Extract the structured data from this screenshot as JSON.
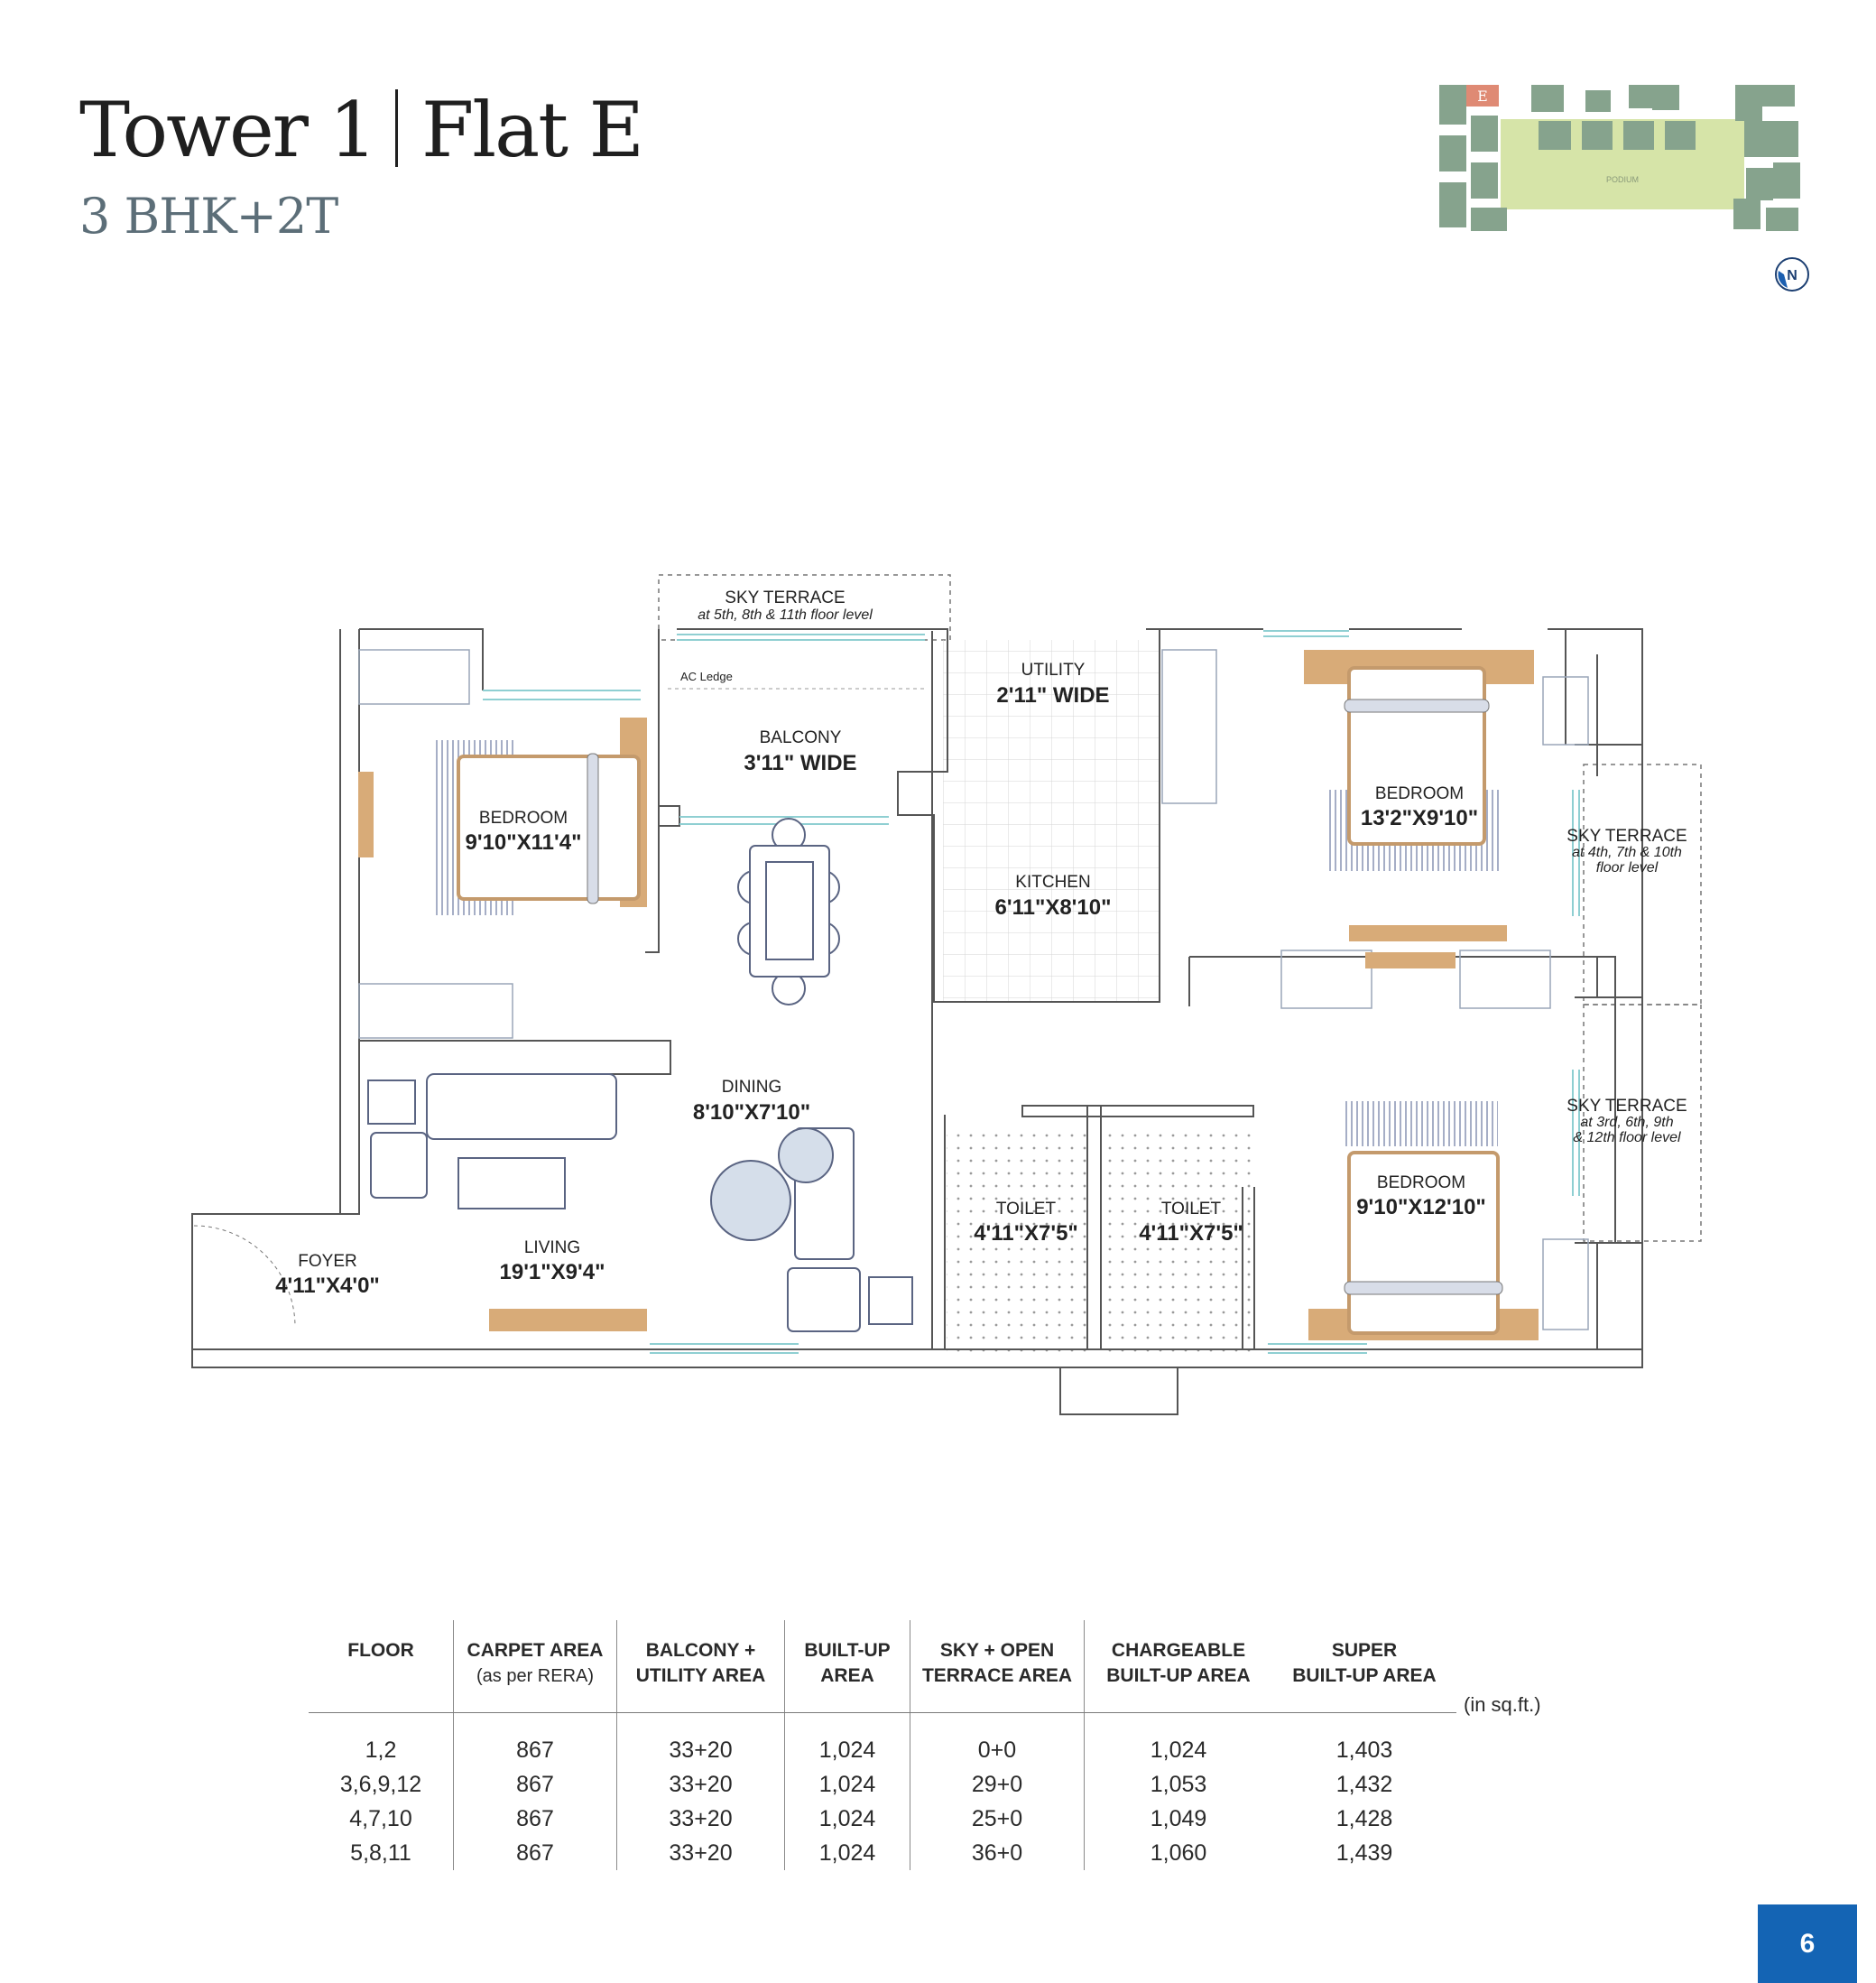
{
  "header": {
    "tower": "Tower 1",
    "flat": "Flat E",
    "config": "3 BHK+2T"
  },
  "key_plan": {
    "flat_marker": "E",
    "podium_label": "PODIUM",
    "north_label": "N",
    "colors": {
      "tower": "#86a38d",
      "podium": "#d6e4a8",
      "highlight": "#df8a74"
    }
  },
  "rooms": {
    "sky_terrace_top": {
      "name": "SKY TERRACE",
      "note": "at 5th, 8th & 11th floor level"
    },
    "ac_ledge": "AC Ledge",
    "balcony": {
      "name": "BALCONY",
      "dim": "3'11\" WIDE"
    },
    "utility": {
      "name": "UTILITY",
      "dim": "2'11\" WIDE"
    },
    "kitchen": {
      "name": "KITCHEN",
      "dim": "6'11\"X8'10\""
    },
    "bedroom_1": {
      "name": "BEDROOM",
      "dim": "9'10\"X11'4\""
    },
    "bedroom_2": {
      "name": "BEDROOM",
      "dim": "13'2\"X9'10\""
    },
    "bedroom_3": {
      "name": "BEDROOM",
      "dim": "9'10\"X12'10\""
    },
    "sky_terrace_right_1": {
      "name": "SKY TERRACE",
      "note1": "at 4th, 7th & 10th",
      "note2": "floor level"
    },
    "sky_terrace_right_2": {
      "name": "SKY TERRACE",
      "note1": "at 3rd, 6th, 9th",
      "note2": "& 12th floor level"
    },
    "dining": {
      "name": "DINING",
      "dim": "8'10\"X7'10\""
    },
    "living": {
      "name": "LIVING",
      "dim": "19'1\"X9'4\""
    },
    "foyer": {
      "name": "FOYER",
      "dim": "4'11\"X4'0\""
    },
    "toilet_1": {
      "name": "TOILET",
      "dim": "4'11\"X7'5\""
    },
    "toilet_2": {
      "name": "TOILET",
      "dim": "4'11\"X7'5\""
    }
  },
  "area_table": {
    "headers": [
      {
        "line1": "FLOOR",
        "line2": ""
      },
      {
        "line1": "CARPET AREA",
        "line2": "(as per RERA)"
      },
      {
        "line1": "BALCONY +",
        "line2": "UTILITY AREA"
      },
      {
        "line1": "BUILT-UP",
        "line2": "AREA"
      },
      {
        "line1": "SKY + OPEN",
        "line2": "TERRACE AREA"
      },
      {
        "line1": "CHARGEABLE",
        "line2": "BUILT-UP AREA"
      },
      {
        "line1": "SUPER",
        "line2": "BUILT-UP AREA"
      }
    ],
    "unit": "(in sq.ft.)",
    "rows": [
      [
        "1,2",
        "867",
        "33+20",
        "1,024",
        "0+0",
        "1,024",
        "1,403"
      ],
      [
        "3,6,9,12",
        "867",
        "33+20",
        "1,024",
        "29+0",
        "1,053",
        "1,432"
      ],
      [
        "4,7,10",
        "867",
        "33+20",
        "1,024",
        "25+0",
        "1,049",
        "1,428"
      ],
      [
        "5,8,11",
        "867",
        "33+20",
        "1,024",
        "36+0",
        "1,060",
        "1,439"
      ]
    ]
  },
  "page_number": "6"
}
